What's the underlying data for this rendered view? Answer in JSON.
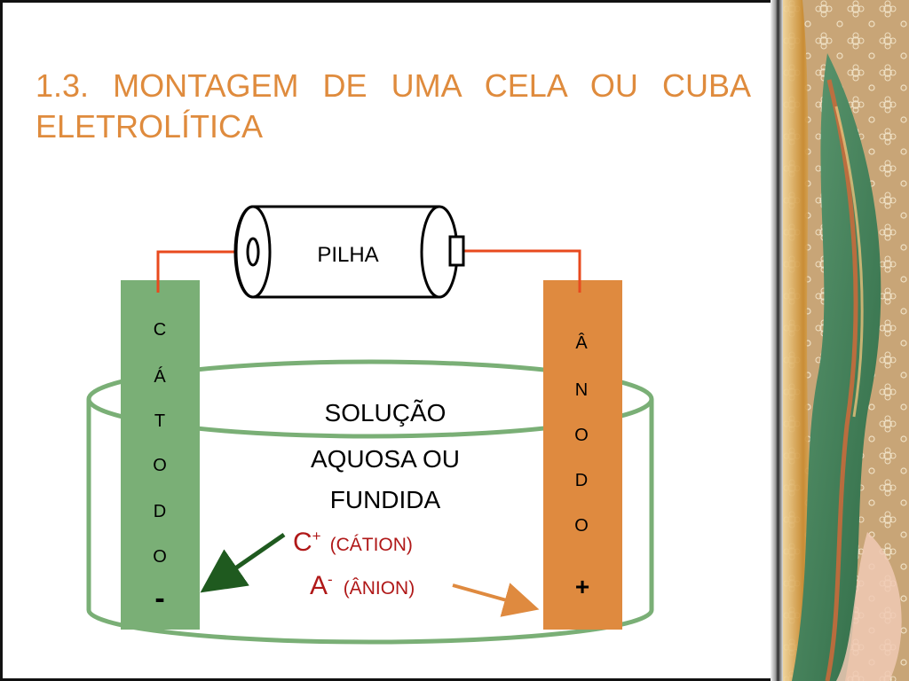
{
  "title": "1.3. MONTAGEM DE UMA CELA OU CUBA ELETROLÍTICA",
  "battery_label": "PILHA",
  "solution": {
    "line1": "SOLUÇÃO",
    "line2": "AQUOSA OU",
    "line3": "FUNDIDA"
  },
  "cathode": {
    "letters": [
      "C",
      "Á",
      "T",
      "O",
      "D",
      "O"
    ],
    "sign": "-"
  },
  "anode": {
    "letters": [
      "Â",
      "N",
      "O",
      "D",
      "O"
    ],
    "sign": "+"
  },
  "cation": {
    "symbol": "C",
    "charge": "+",
    "label": "(CÁTION)"
  },
  "anion": {
    "symbol": "A",
    "charge": "-",
    "label": "(ÂNION)"
  },
  "colors": {
    "title": "#df8b3d",
    "cathode": "#7aaf76",
    "anode": "#df8a3f",
    "wire": "#e84a1e",
    "cation_arrow": "#1f5a1f",
    "anion_arrow": "#df8a3f",
    "container": "#7aaf76",
    "ion_text": "#b01818"
  }
}
